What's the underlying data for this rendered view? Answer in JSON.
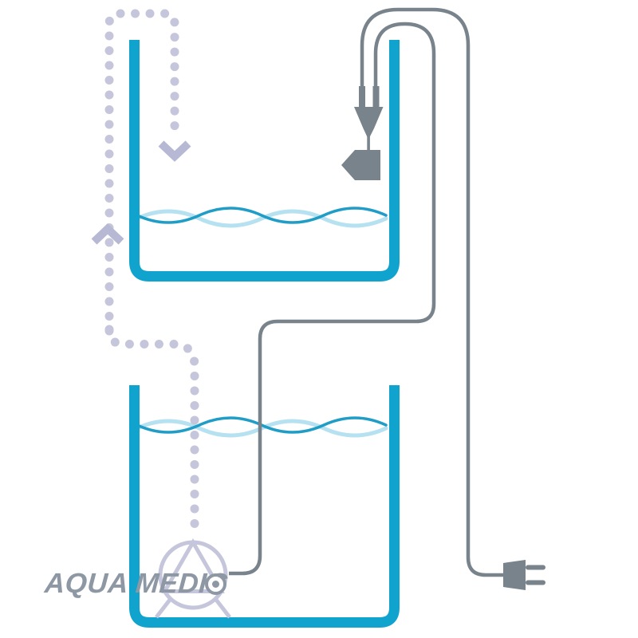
{
  "brand": {
    "logo_text": "AQUA MEDIC"
  },
  "colors": {
    "background": "#ffffff",
    "tank": "#10a3cd",
    "wave-light": "#b5e1f0",
    "wave-dark": "#1f9dc7",
    "flow": "#c5c6db",
    "flow-arrow": "#b7b9d4",
    "cable": "#78838b",
    "device": "#78838b",
    "logo": "#8d98a4"
  },
  "icons": {
    "pump": "circle-with-inscribed-triangle-on-stand",
    "level_sensor": "left-pointing-pentagon-probe",
    "sensor_connector": "down-arrow-plug-with-two-prongs",
    "power_plug": "two-prong-mains-plug",
    "flow_arrow_down": "chevron-down",
    "flow_arrow_up": "chevron-up",
    "logo_mark": "ring-with-center-dot"
  },
  "components": {
    "upper_tank": "open-top tank with water surface",
    "lower_tank": "open-top reservoir tank with water surface",
    "water_flow": "dotted path from pump in lower tank up into upper tank",
    "sensor_cable": "cable loop from level sensor to mains plug",
    "pump_cable": "cable loop from level sensor down to pump"
  }
}
